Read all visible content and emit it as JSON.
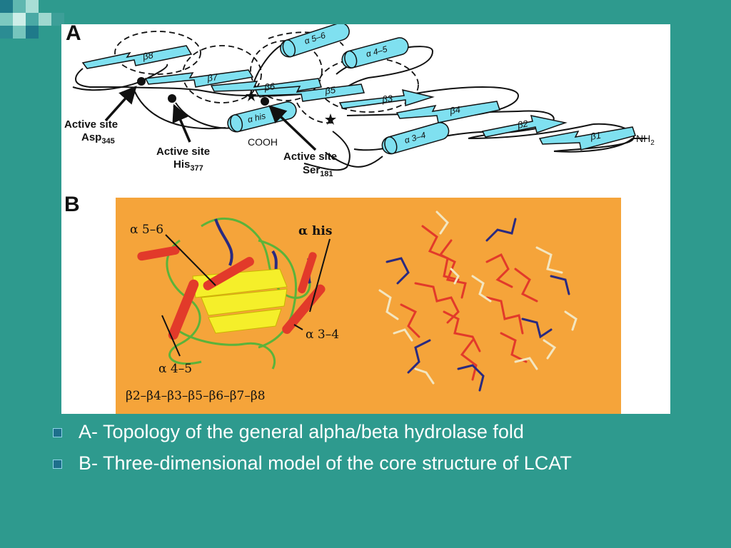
{
  "panel_a": {
    "letter": "A",
    "strands": [
      "β8",
      "β7",
      "β6",
      "β5",
      "β3",
      "β4",
      "β2",
      "β1"
    ],
    "helices": [
      "α 5–6",
      "α 4–5",
      "α his",
      "α 3–4"
    ],
    "active_site_asp": {
      "title": "Active site",
      "residue": "Asp",
      "number": "345"
    },
    "active_site_his": {
      "title": "Active site",
      "residue": "His",
      "number": "377"
    },
    "active_site_ser": {
      "title": "Active site",
      "residue": "Ser",
      "number": "181"
    },
    "cooh": "COOH",
    "nh2": {
      "base": "NH",
      "sub": "2"
    }
  },
  "panel_b": {
    "letter": "B",
    "label_a56": "α 5–6",
    "label_ahis": "α his",
    "label_a34": "α 3–4",
    "label_a45": "α 4–5",
    "sheet_order": "β2–β4–β3–β5–β6–β7–β8"
  },
  "bullets": [
    "A- Topology of the general alpha/beta hydrolase fold",
    "B- Three-dimensional model of the core structure of LCAT"
  ],
  "colors": {
    "background": "#2e9a8e",
    "strand_fill": "#7fe0f0",
    "helix_fill": "#7fe0f0",
    "panel_b_bg": "#f5a43a",
    "helix_red": "#e23a2a",
    "sheet_yellow": "#f5ef2a",
    "loop_green": "#5bb33a"
  }
}
